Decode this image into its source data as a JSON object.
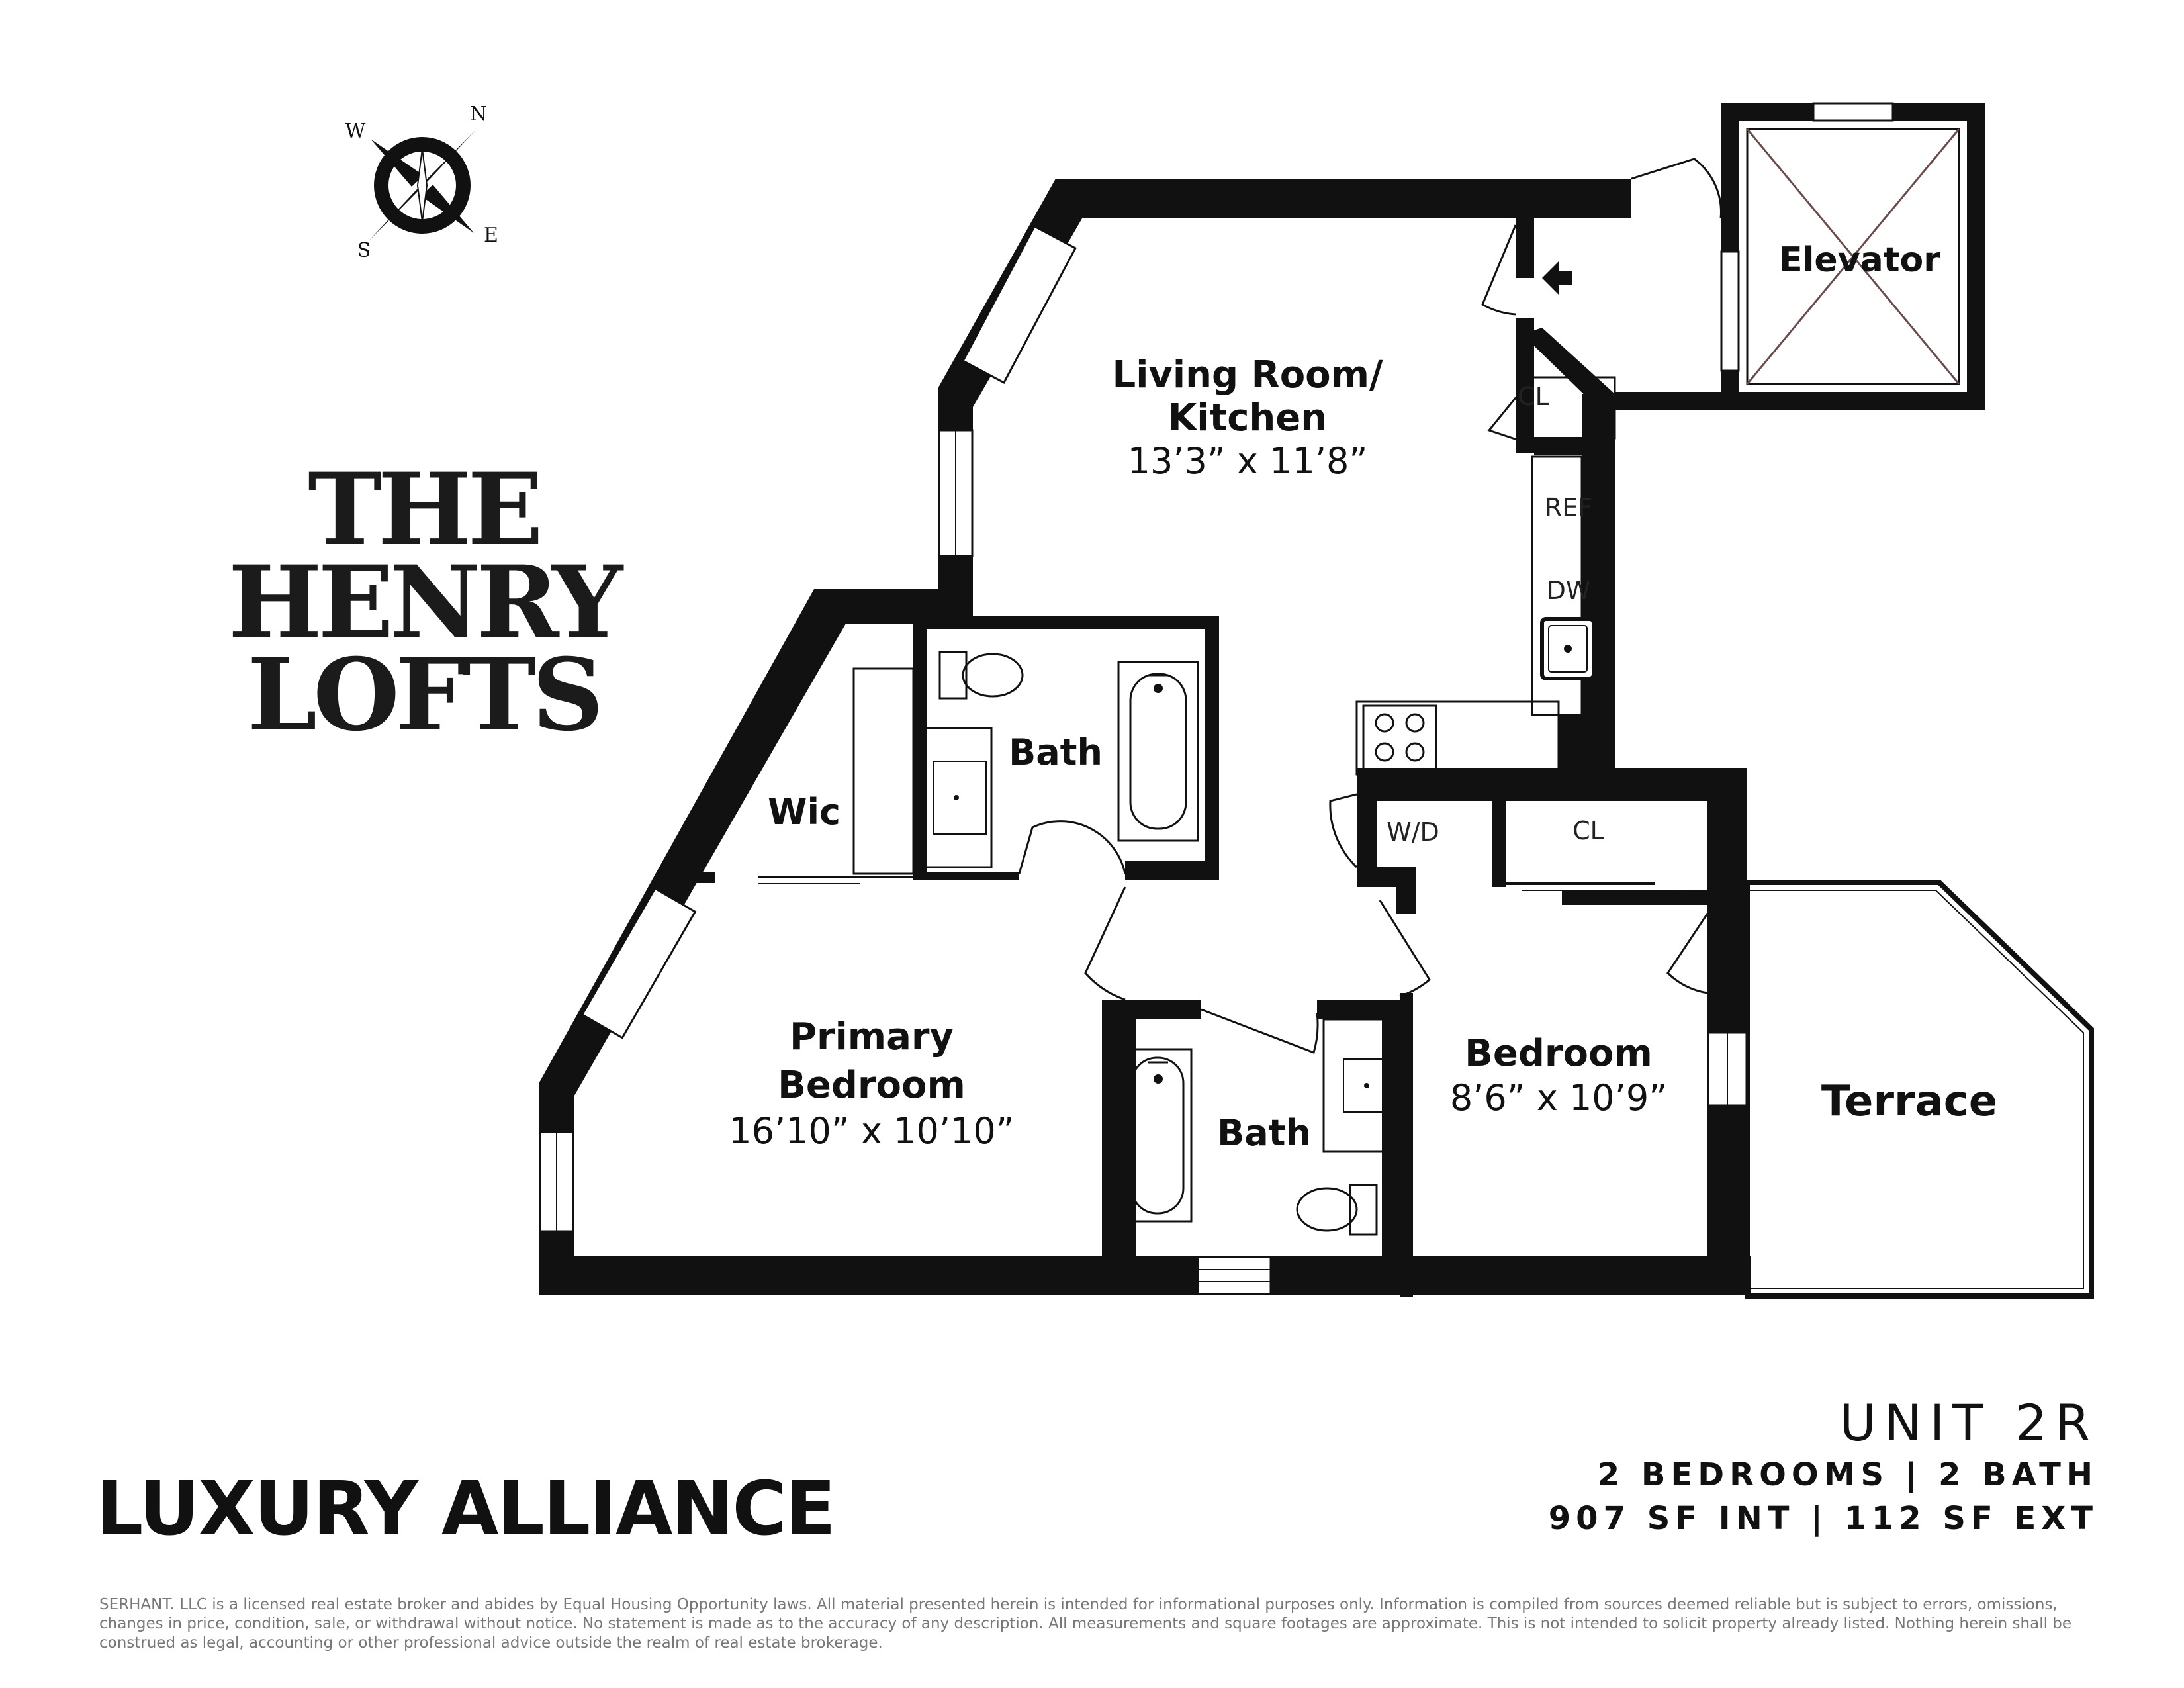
{
  "brand": {
    "line1": "THE",
    "line2": "HENRY",
    "line3": "LOFTS"
  },
  "compass": {
    "n": "N",
    "s": "S",
    "e": "E",
    "w": "W"
  },
  "rooms": {
    "living": {
      "name1": "Living Room/",
      "name2": "Kitchen",
      "dims": "13’3” x 11’8”"
    },
    "primary": {
      "name1": "Primary",
      "name2": "Bedroom",
      "dims": "16’10” x 10’10”"
    },
    "bedroom": {
      "name": "Bedroom",
      "dims": "8’6” x 10’9”"
    },
    "bath_upper": "Bath",
    "bath_lower": "Bath",
    "wic": "Wic",
    "terrace": "Terrace",
    "elevator": "Elevator",
    "closet_entry": "CL",
    "closet_bed": "CL",
    "wd": "W/D",
    "ref": "REF",
    "dw": "DW"
  },
  "company": "LUXURY ALLIANCE",
  "unit": {
    "title": "UNIT 2R",
    "beds": "2 BEDROOMS | 2 BATH",
    "area": "907 SF INT | 112 SF EXT"
  },
  "disclaimer": "SERHANT. LLC is a licensed real estate broker and abides by Equal Housing Opportunity laws. All material presented herein is intended for informational purposes only. Information is compiled from sources deemed reliable but is subject to errors, omissions, changes in price, condition, sale, or withdrawal without notice. No statement is made as to the accuracy of any description. All measurements and square footages are approximate. This is not intended to solicit property already listed. Nothing herein shall be construed as legal, accounting or other professional advice outside the realm of real estate brokerage."
}
